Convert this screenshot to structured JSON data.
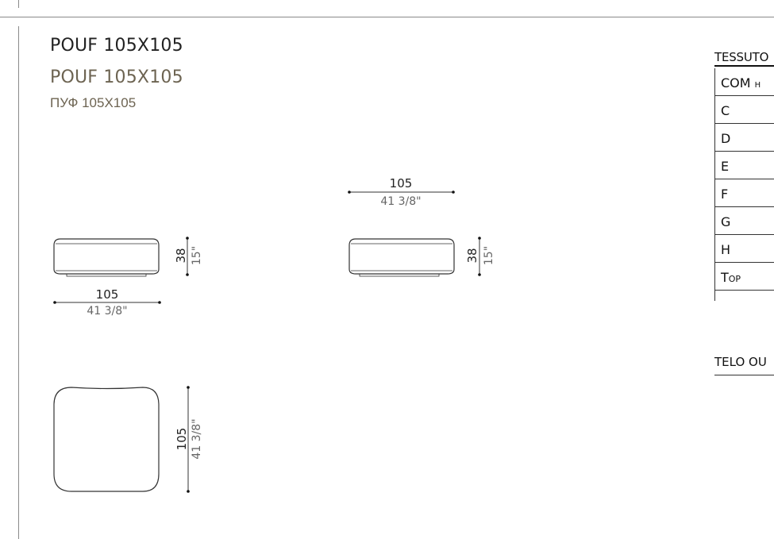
{
  "heading": {
    "title_it": "POUF 105X105",
    "title_en": "POUF 105X105",
    "title_ru": "ПУФ 105X105"
  },
  "views": {
    "front": {
      "width_cm": "105",
      "width_in": "41 3/8\"",
      "height_cm": "38",
      "height_in": "15\""
    },
    "side": {
      "width_cm": "105",
      "width_in": "41 3/8\"",
      "height_cm": "38",
      "height_in": "15\""
    },
    "top": {
      "depth_cm": "105",
      "depth_in": "41 3/8\""
    }
  },
  "fabric_table": {
    "header": "TESSUTO",
    "rows": [
      {
        "label": "COM",
        "suffix": "H"
      },
      {
        "label": "C"
      },
      {
        "label": "D"
      },
      {
        "label": "E"
      },
      {
        "label": "F"
      },
      {
        "label": "G"
      },
      {
        "label": "H"
      },
      {
        "label": "Top",
        "small_caps": true
      }
    ]
  },
  "telo": "TELO OU"
}
